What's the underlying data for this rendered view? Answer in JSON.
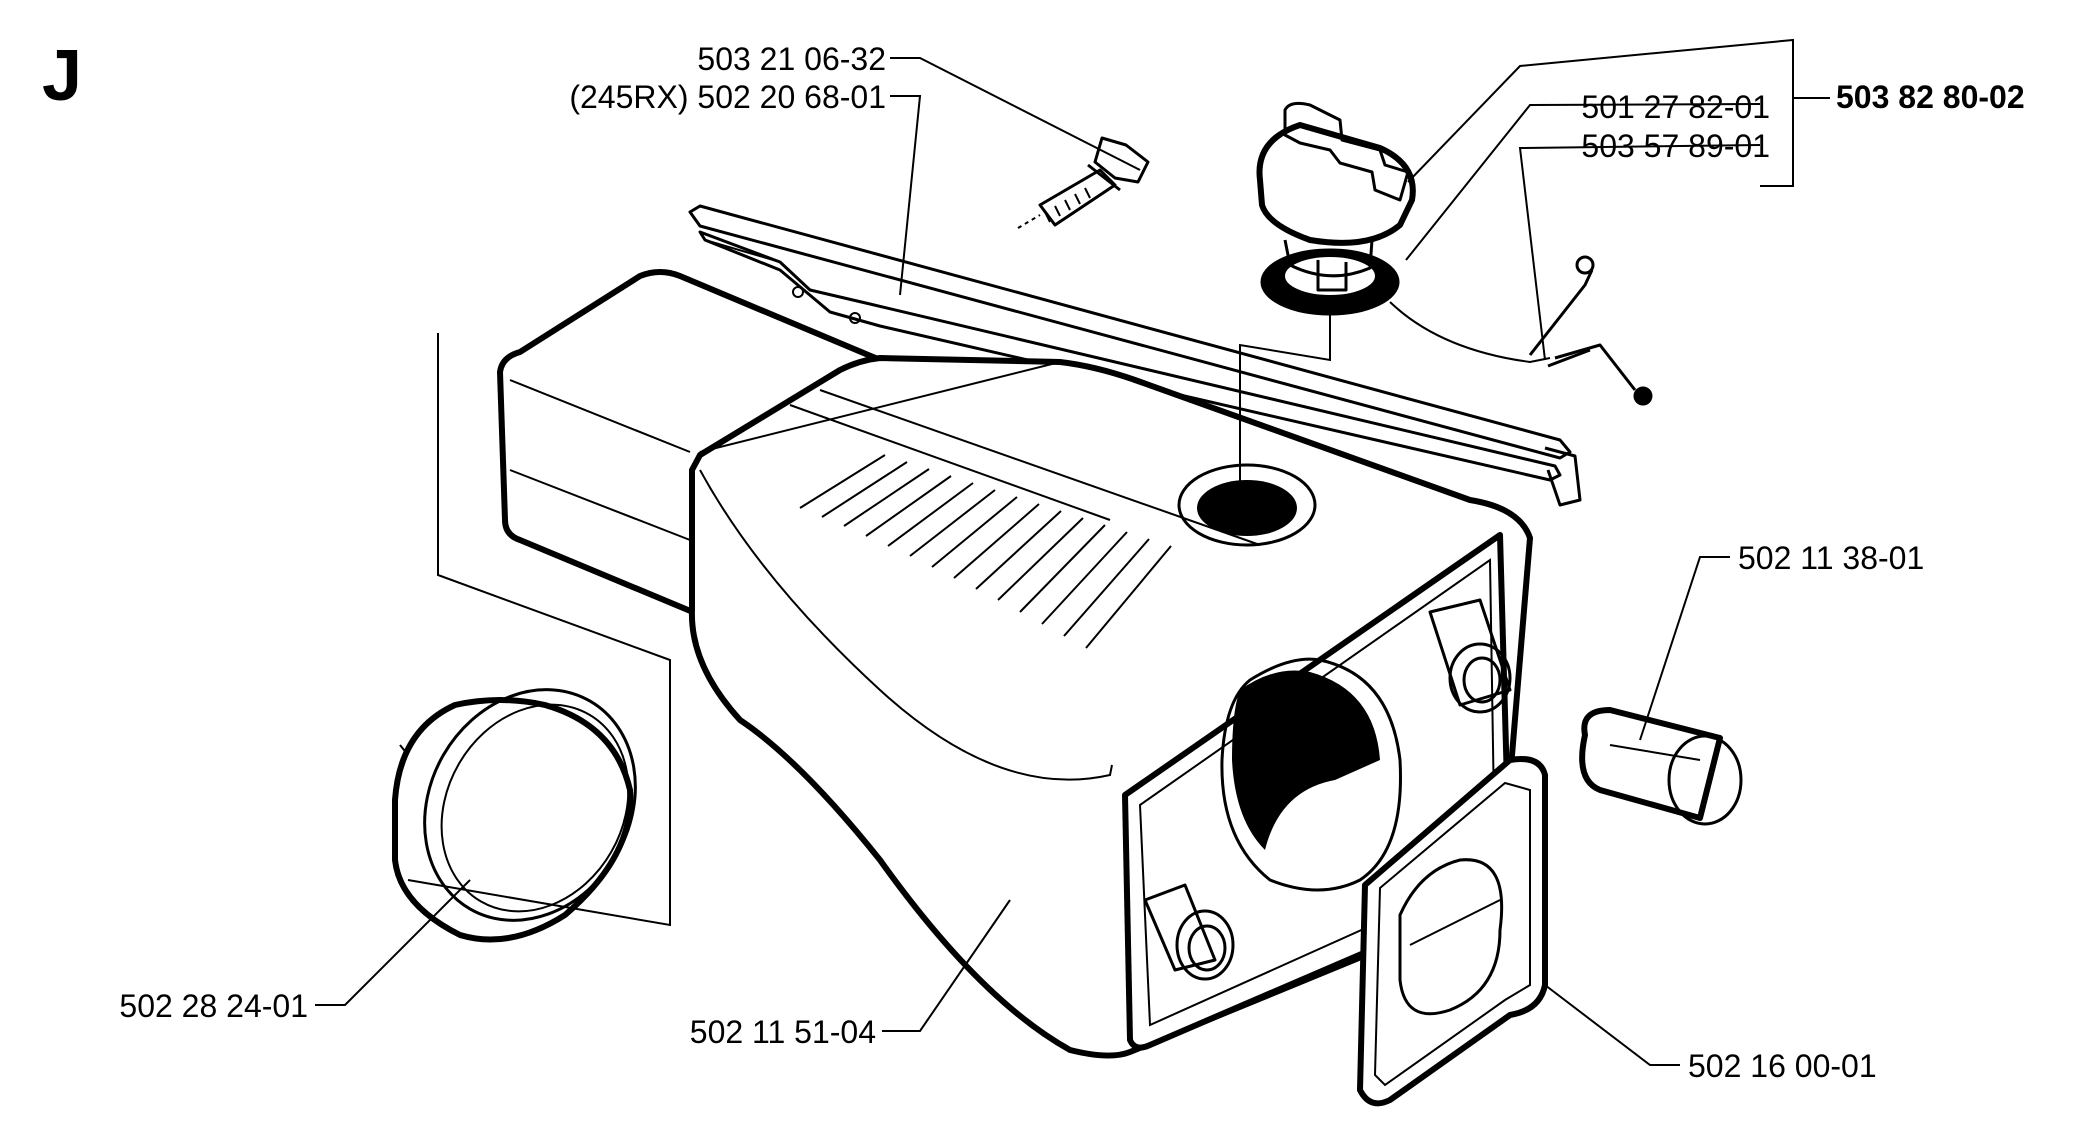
{
  "diagram": {
    "section_letter": "J",
    "labels": {
      "bolt": "503 21 06-32",
      "bolt_alt": "(245RX) 502 20 68-01",
      "cap_kit": "503 82 80-02",
      "cap_seal": "501 27 82-01",
      "cap_strap": "503 57 89-01",
      "filter": "502 11 38-01",
      "ring": "502 28 24-01",
      "tank": "502 11 51-04",
      "gasket": "502 16 00-01"
    }
  }
}
